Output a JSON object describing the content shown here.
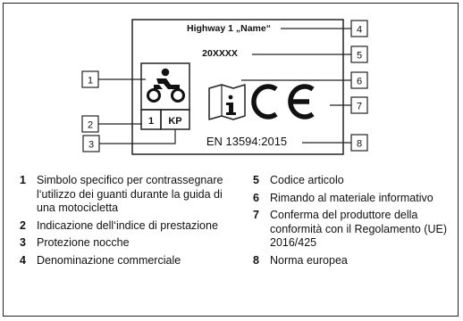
{
  "label": {
    "product": "Highway 1 „Name“",
    "code": "20XXXX",
    "index_value": "1",
    "knuckle": "KP",
    "standard": "EN 13594:2015"
  },
  "callouts": [
    "1",
    "2",
    "3",
    "4",
    "5",
    "6",
    "7",
    "8"
  ],
  "legend": {
    "left": [
      {
        "num": "1",
        "text": "Simbolo specifico per contrassegnare l‘utilizzo dei guanti durante la guida di una motocicletta"
      },
      {
        "num": "2",
        "text": "Indicazione dell‘indice di prestazione"
      },
      {
        "num": "3",
        "text": "Protezione nocche"
      },
      {
        "num": "4",
        "text": "Denominazione commerciale"
      }
    ],
    "right": [
      {
        "num": "5",
        "text": "Codice articolo"
      },
      {
        "num": "6",
        "text": "Rimando al materiale informativo"
      },
      {
        "num": "7",
        "text": "Conferma del produttore della conformità con il Regolamento (UE) 2016/425"
      },
      {
        "num": "8",
        "text": "Norma europea"
      }
    ]
  }
}
